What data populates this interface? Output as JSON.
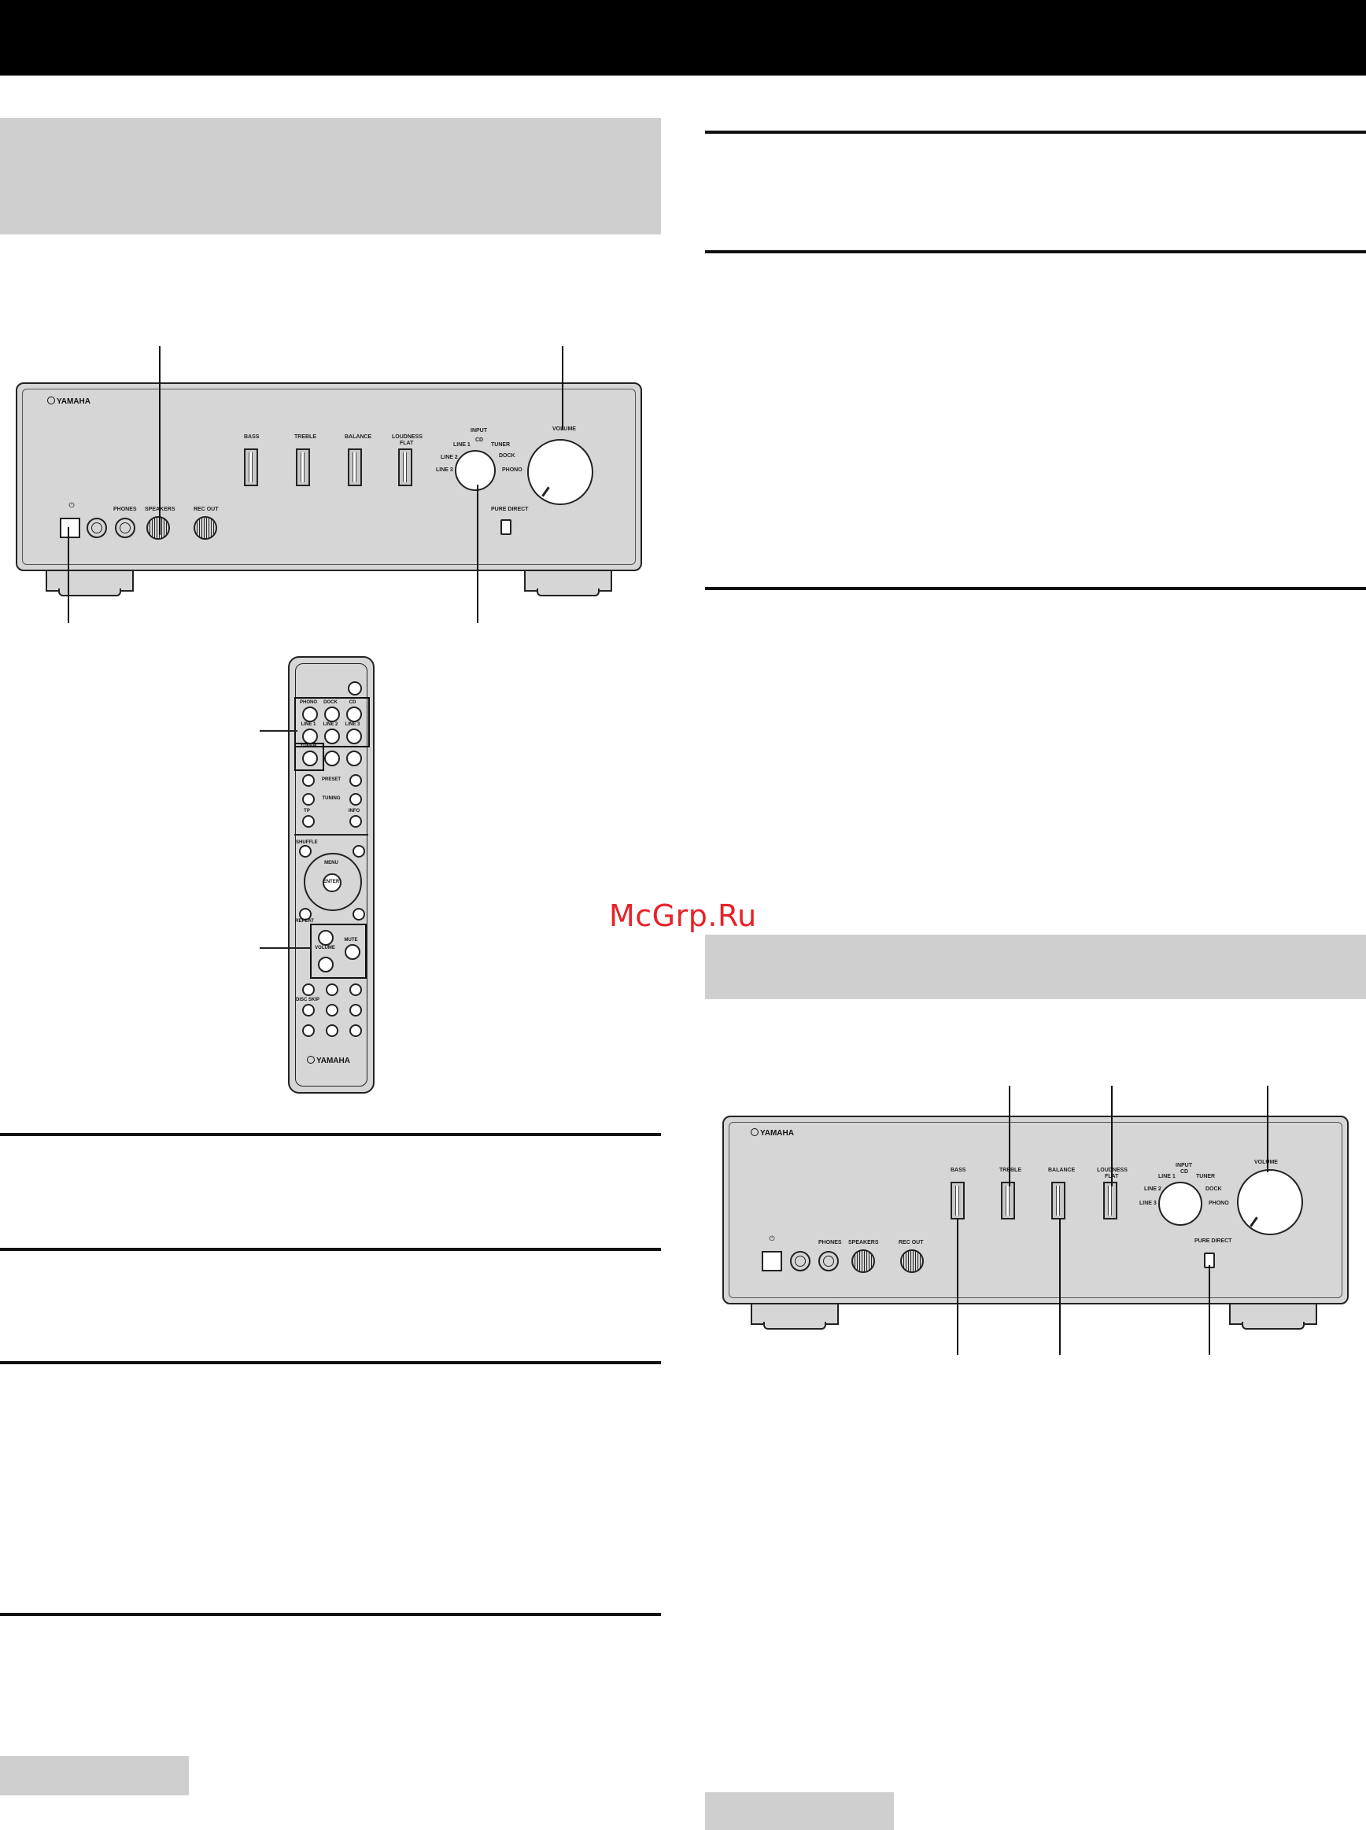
{
  "watermark": {
    "text": "McGrp.Ru"
  },
  "brand": {
    "logo_text": "YAMAHA"
  },
  "front_panel": {
    "bass_label": "BASS",
    "treble_label": "TREBLE",
    "balance_label": "BALANCE",
    "loudness_label": "LOUDNESS",
    "loudness_flat": "FLAT",
    "input_label": "INPUT",
    "input_options": [
      "LINE 1",
      "CD",
      "TUNER",
      "DOCK",
      "PHONO",
      "LINE 2",
      "LINE 3"
    ],
    "volume_label": "VOLUME",
    "phones_label": "PHONES",
    "speakers_label": "SPEAKERS",
    "rec_out_label": "REC OUT",
    "pure_direct_label": "PURE DIRECT"
  },
  "remote": {
    "input_buttons": [
      "PHONO",
      "DOCK",
      "CD",
      "LINE 1",
      "LINE 2",
      "LINE 3",
      "TUNER"
    ],
    "preset_label": "PRESET",
    "tuning_label": "TUNING",
    "tp_label": "TP",
    "info_label": "INFO",
    "shuffle_label": "SHUFFLE",
    "menu_label": "MENU",
    "enter_label": "ENTER",
    "repeat_label": "REPEAT",
    "volume_label": "VOLUME",
    "mute_label": "MUTE",
    "disp_label": "DISC SKIP"
  }
}
